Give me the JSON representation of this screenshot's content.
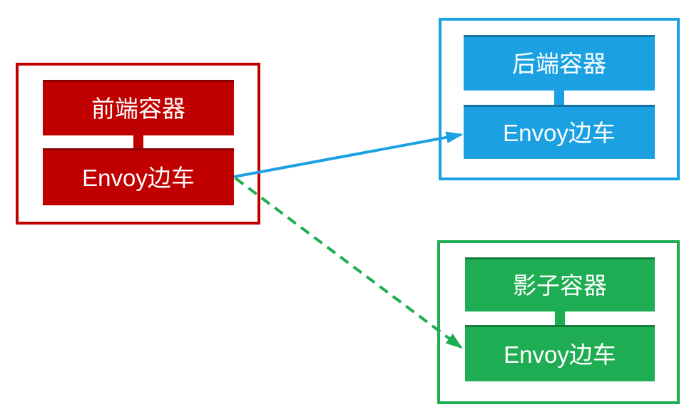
{
  "colors": {
    "red": "#c00000",
    "blue": "#1ba1e2",
    "green": "#1ead52",
    "text": "#ffffff",
    "background": "#ffffff"
  },
  "groups": {
    "frontend": {
      "app_label": "前端容器",
      "sidecar_label": "Envoy边车",
      "color": "#c00000"
    },
    "backend": {
      "app_label": "后端容器",
      "sidecar_label": "Envoy边车",
      "color": "#1ba1e2"
    },
    "shadow": {
      "app_label": "影子容器",
      "sidecar_label": "Envoy边车",
      "color": "#1ead52"
    }
  },
  "arrows": {
    "primary": {
      "from": "frontend-envoy-sidecar",
      "to": "backend-envoy-sidecar",
      "style": "solid",
      "color": "#1ba1e2"
    },
    "mirror": {
      "from": "frontend-envoy-sidecar",
      "to": "shadow-envoy-sidecar",
      "style": "dashed",
      "color": "#1ead52"
    }
  }
}
